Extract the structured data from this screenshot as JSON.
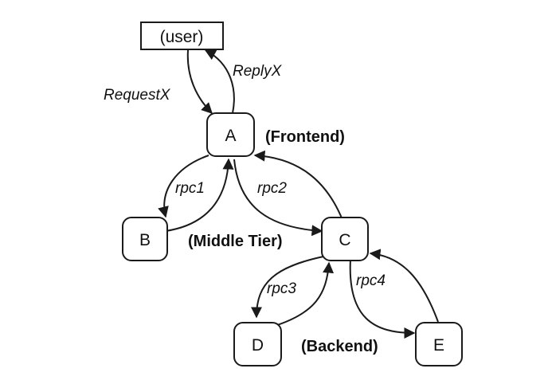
{
  "nodes": {
    "user": "(user)",
    "a": "A",
    "b": "B",
    "c": "C",
    "d": "D",
    "e": "E"
  },
  "edges": {
    "request": "RequestX",
    "reply": "ReplyX",
    "rpc1": "rpc1",
    "rpc2": "rpc2",
    "rpc3": "rpc3",
    "rpc4": "rpc4"
  },
  "tiers": {
    "frontend": "(Frontend)",
    "middle": "(Middle Tier)",
    "backend": "(Backend)"
  }
}
